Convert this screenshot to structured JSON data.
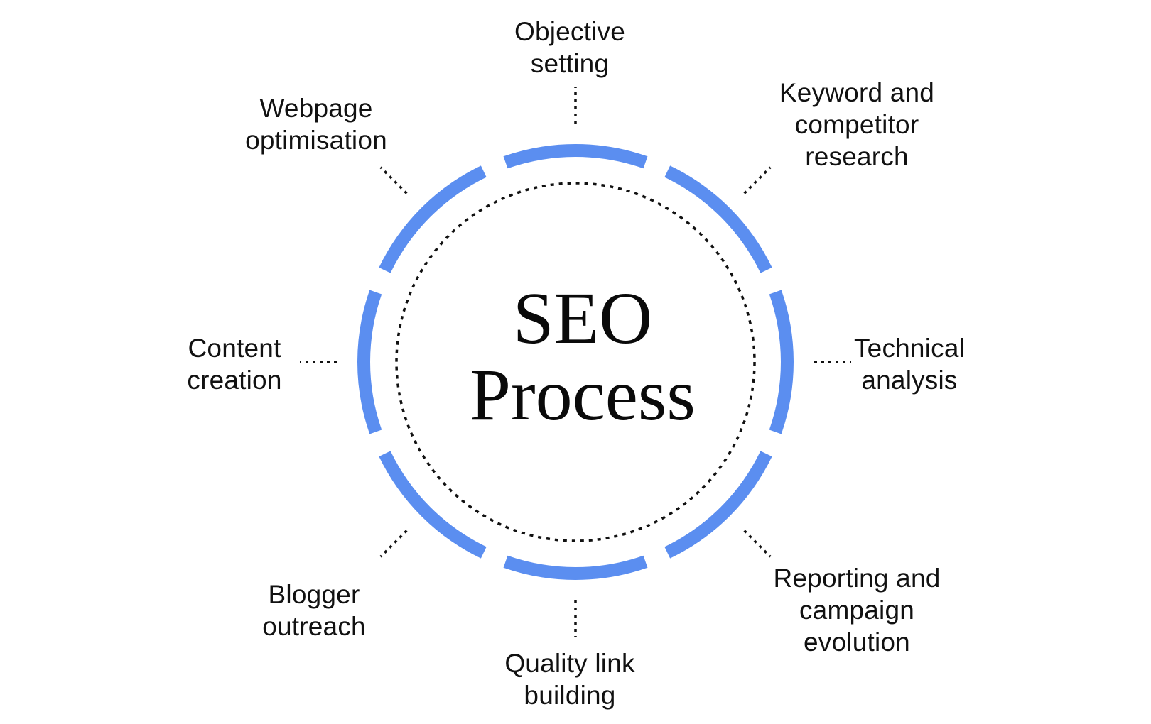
{
  "center": {
    "line1": "SEO",
    "line2": "Process"
  },
  "stages": [
    {
      "id": "objective-setting",
      "line1": "Objective",
      "line2": "setting"
    },
    {
      "id": "keyword-research",
      "line1": "Keyword and",
      "line2": "competitor",
      "line3": "research"
    },
    {
      "id": "technical-analysis",
      "line1": "Technical",
      "line2": "analysis"
    },
    {
      "id": "reporting",
      "line1": "Reporting and",
      "line2": "campaign",
      "line3": "evolution"
    },
    {
      "id": "quality-link-building",
      "line1": "Quality link",
      "line2": "building"
    },
    {
      "id": "blogger-outreach",
      "line1": "Blogger",
      "line2": "outreach"
    },
    {
      "id": "content-creation",
      "line1": "Content",
      "line2": "creation"
    },
    {
      "id": "webpage-optimisation",
      "line1": "Webpage",
      "line2": "optimisation"
    }
  ],
  "colors": {
    "ring": "#5b8ef0",
    "dots": "#111111",
    "text": "#111111"
  }
}
